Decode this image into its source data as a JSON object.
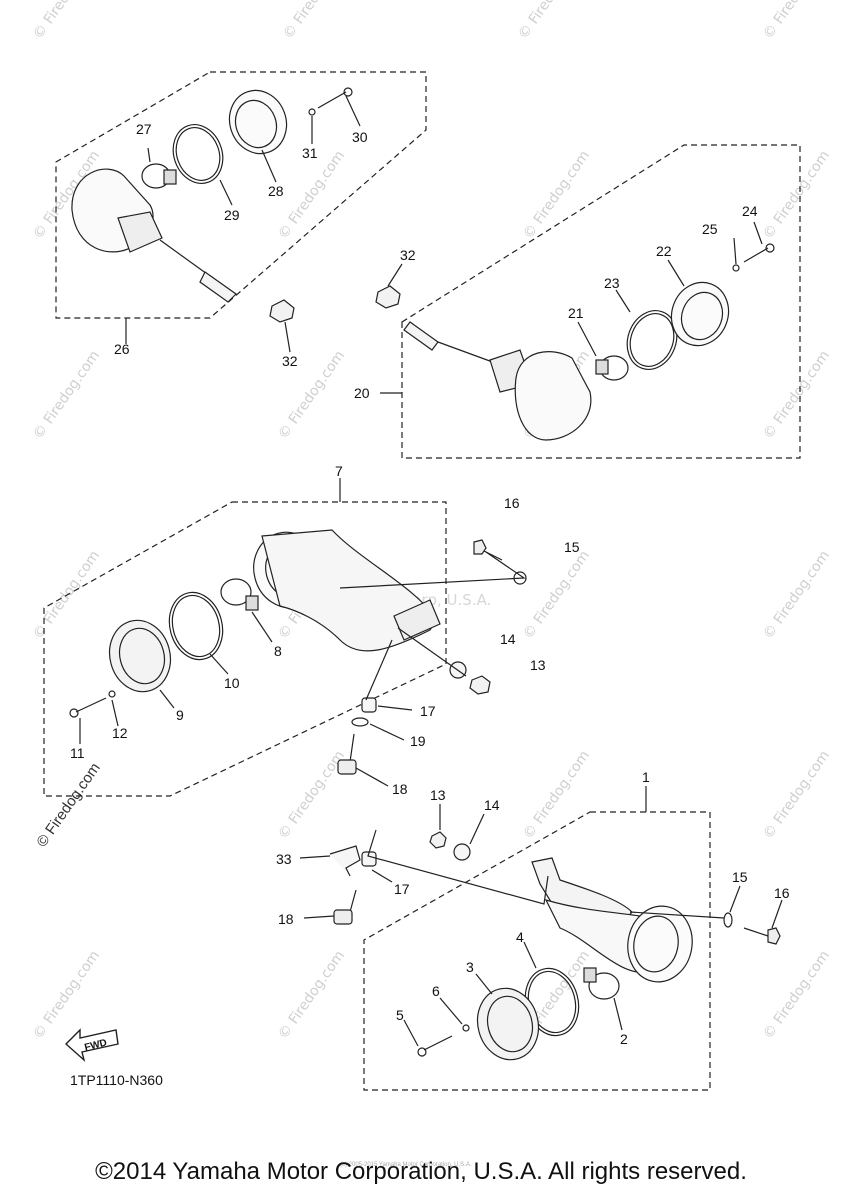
{
  "watermark": {
    "site": "Firedog.com",
    "prefixed": "© Firedog.com",
    "center_stamp": "Yamaha Motor Corp, U.S.A."
  },
  "fwd_label": "FWD",
  "diagram_code": "1TP1110-N360",
  "small_notice": "(c) 2005-2015 Yamaha Motor Corporation, U.S.A.",
  "copyright": "©2014 Yamaha Motor Corporation, U.S.A. All rights reserved.",
  "callouts": {
    "c1": "1",
    "c2": "2",
    "c3": "3",
    "c4": "4",
    "c5": "5",
    "c6": "6",
    "c7": "7",
    "c8": "8",
    "c9": "9",
    "c10": "10",
    "c11": "11",
    "c12": "12",
    "c13a": "13",
    "c13b": "13",
    "c14a": "14",
    "c14b": "14",
    "c15a": "15",
    "c15b": "15",
    "c16a": "16",
    "c16b": "16",
    "c17a": "17",
    "c17b": "17",
    "c18a": "18",
    "c18b": "18",
    "c19": "19",
    "c20": "20",
    "c21": "21",
    "c22": "22",
    "c23": "23",
    "c24": "24",
    "c25": "25",
    "c26": "26",
    "c27": "27",
    "c28": "28",
    "c29": "29",
    "c30": "30",
    "c31": "31",
    "c32a": "32",
    "c32b": "32",
    "c33": "33"
  }
}
